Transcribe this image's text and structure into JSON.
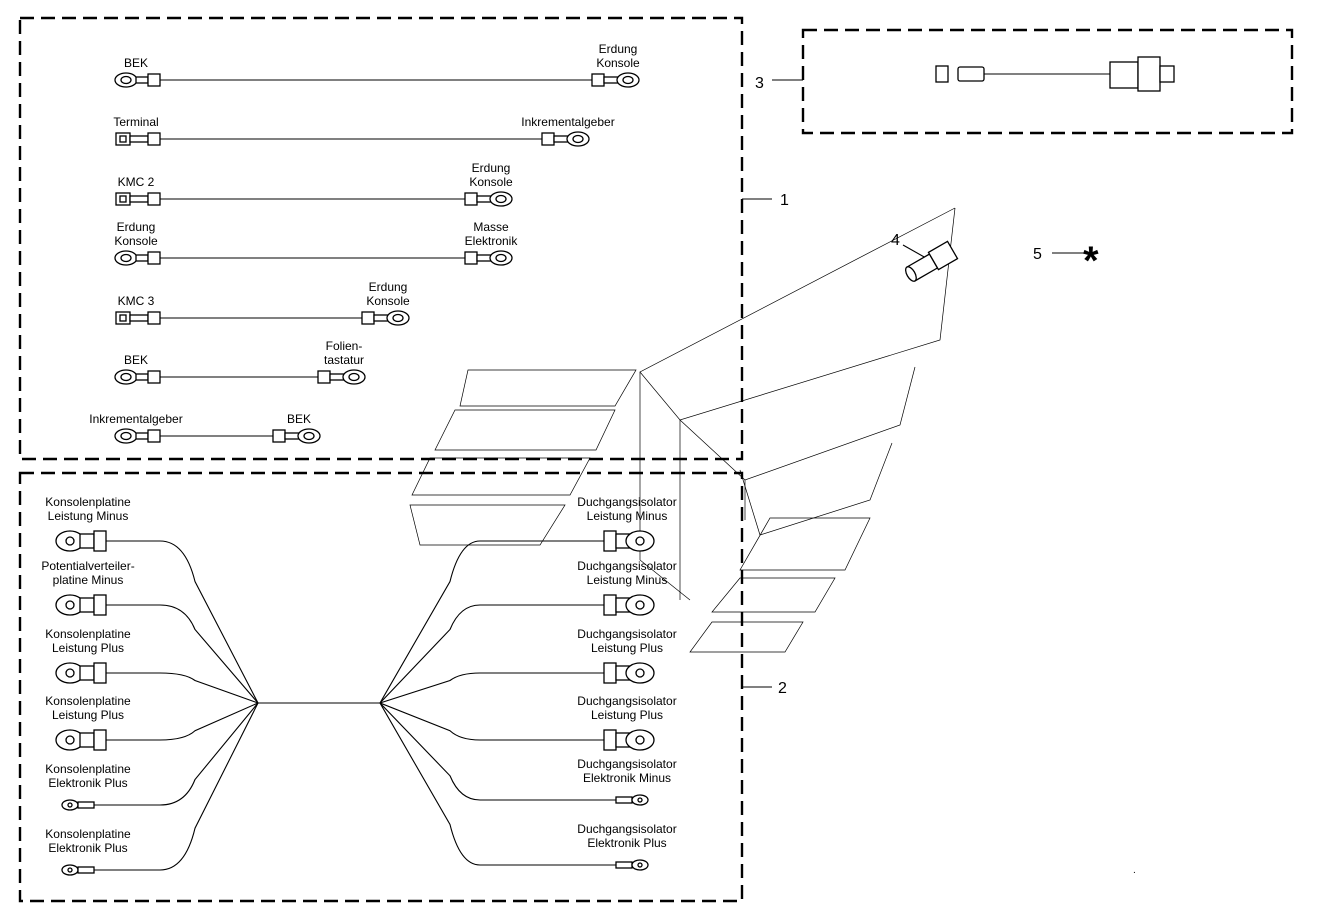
{
  "diagram": {
    "groups": [
      {
        "number": "1"
      },
      {
        "number": "2"
      },
      {
        "number": "3"
      },
      {
        "number": "4"
      },
      {
        "number": "5",
        "symbol": "*"
      }
    ],
    "group1_cables": [
      {
        "left": [
          "BEK"
        ],
        "right": [
          "Erdung",
          "Konsole"
        ]
      },
      {
        "left": [
          "Terminal"
        ],
        "right": [
          "Inkrementalgeber"
        ]
      },
      {
        "left": [
          "KMC 2"
        ],
        "right": [
          "Erdung",
          "Konsole"
        ]
      },
      {
        "left": [
          "Erdung",
          "Konsole"
        ],
        "right": [
          "Masse",
          "Elektronik"
        ]
      },
      {
        "left": [
          "KMC 3"
        ],
        "right": [
          "Erdung",
          "Konsole"
        ]
      },
      {
        "left": [
          "BEK"
        ],
        "right": [
          "Folien-",
          "tastatur"
        ]
      },
      {
        "left": [
          "Inkrementalgeber"
        ],
        "right": [
          "BEK"
        ]
      }
    ],
    "group2_left": [
      [
        "Konsolenplatine",
        "Leistung Minus"
      ],
      [
        "Potentialverteiler-",
        "platine Minus"
      ],
      [
        "Konsolenplatine",
        "Leistung Plus"
      ],
      [
        "Konsolenplatine",
        "Leistung Plus"
      ],
      [
        "Konsolenplatine",
        "Elektronik Plus"
      ],
      [
        "Konsolenplatine",
        "Elektronik Plus"
      ]
    ],
    "group2_right": [
      [
        "Duchgangsisolator",
        "Leistung Minus"
      ],
      [
        "Duchgangsisolator",
        "Leistung Minus"
      ],
      [
        "Duchgangsisolator",
        "Leistung Plus"
      ],
      [
        "Duchgangsisolator",
        "Leistung Plus"
      ],
      [
        "Duchgangsisolator",
        "Elektronik Minus"
      ],
      [
        "Duchgangsisolator",
        "Elektronik Plus"
      ]
    ]
  }
}
